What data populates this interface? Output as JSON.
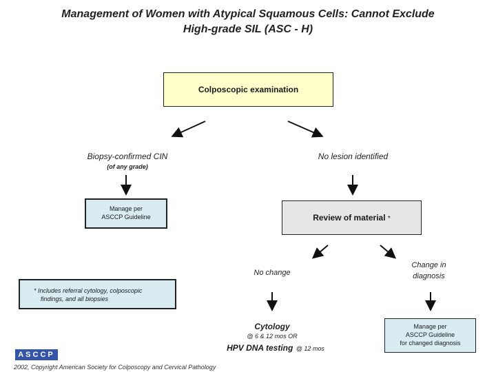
{
  "title": {
    "line1": "Management of Women with Atypical Squamous Cells: Cannot Exclude",
    "line2": "High-grade SIL (ASC - H)"
  },
  "nodes": {
    "colposcopy": "Colposcopic examination",
    "biopsy": "Biopsy-confirmed CIN",
    "biopsy_sub": "(of any grade)",
    "no_lesion": "No lesion identified",
    "manage_left_1": "Manage per",
    "manage_left_2": "ASCCP Guideline",
    "review": "Review of material",
    "review_mark": "*",
    "no_change": "No change",
    "change_1": "Change in",
    "change_2": "diagnosis",
    "cytology": "Cytology",
    "cytology_sub": "@ 6 & 12 mos OR",
    "hpv": "HPV DNA testing",
    "hpv_sub": "@ 12 mos",
    "manage_right_1": "Manage per",
    "manage_right_2": "ASCCP Guideline",
    "manage_right_3": "for changed diagnosis"
  },
  "footnote": {
    "line1": "* Includes referral cytology, colposcopic",
    "line2": "findings, and all biopsies"
  },
  "logo": "ASCCP",
  "copyright": "2002, Copyright American Society for Colposcopy and Cervical Pathology",
  "colors": {
    "yellow_box": "#ffffcc",
    "blue_box": "#d8ecf2",
    "gray_box": "#e6e6e6",
    "logo_blue": "#3355aa"
  }
}
